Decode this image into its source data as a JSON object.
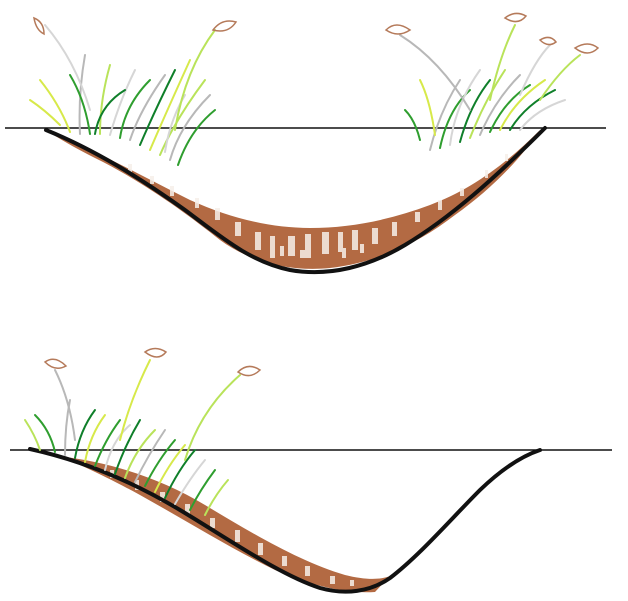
{
  "colors": {
    "background": "#ffffff",
    "ground_line": "#111111",
    "bank_outline": "#111111",
    "sediment": "#b36a43",
    "sediment_light": "#f6efe9",
    "grass_light_green": "#b9e35a",
    "grass_yellow_green": "#d7e94a",
    "grass_green": "#2f9e2f",
    "grass_dark_green": "#0f7f2a",
    "grass_gray": "#b8b8b8",
    "grass_light_gray": "#d6d6d6",
    "seed_head": "#b57a5a"
  },
  "panels": [
    {
      "name": "symmetric-channel",
      "description_visible": "",
      "vegetation": [
        "left-bank",
        "right-bank"
      ]
    },
    {
      "name": "asymmetric-channel",
      "description_visible": "",
      "vegetation": [
        "left-bank"
      ]
    }
  ],
  "icons": {
    "grass_clump": "grass-icon",
    "seed_head": "seed-head-icon"
  }
}
